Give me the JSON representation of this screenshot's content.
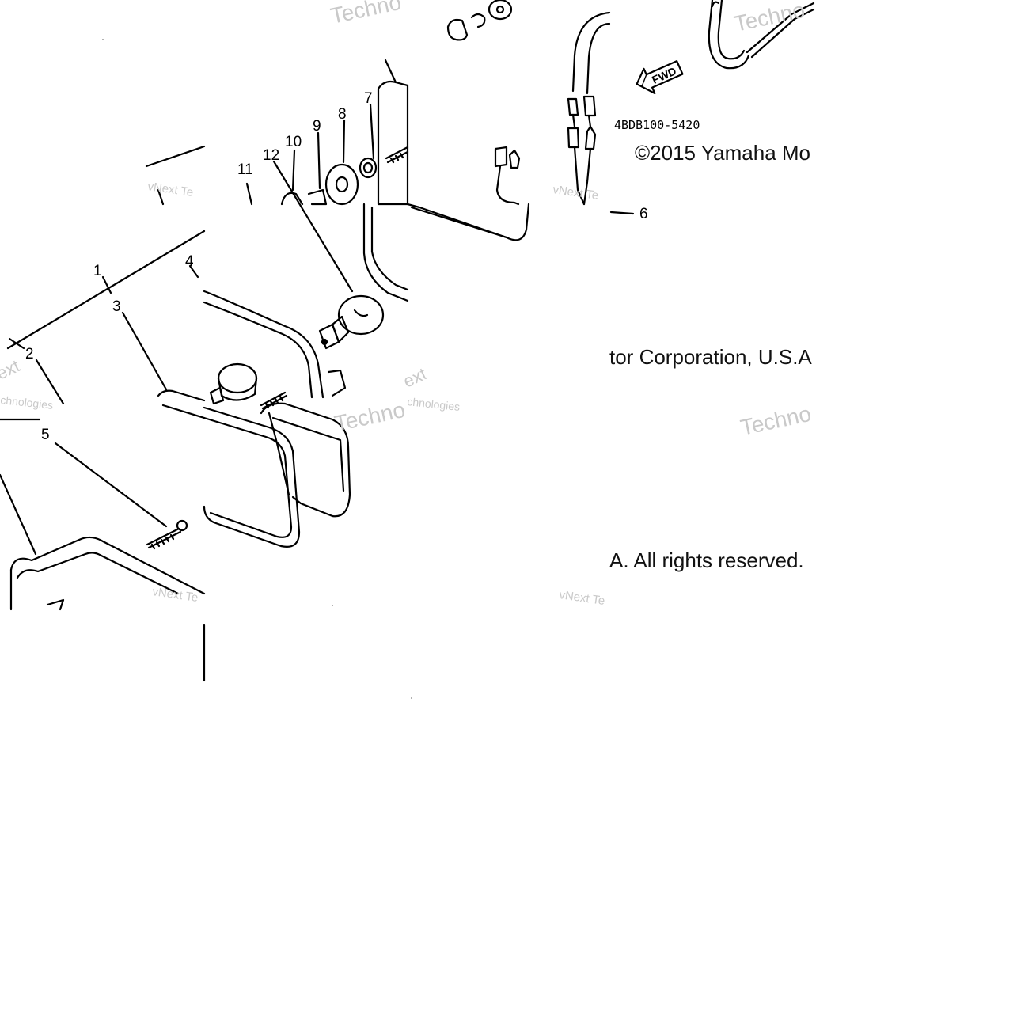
{
  "diagram": {
    "callouts": [
      "1",
      "2",
      "3",
      "4",
      "5",
      "6",
      "7",
      "8",
      "9",
      "10",
      "11",
      "12"
    ],
    "part_code": "4BDB100-5420",
    "fwd_label": "FWD"
  },
  "copyright": {
    "line1": "©2015 Yamaha Mo",
    "line2": "tor Corporation, U.S.A",
    "line3": "A. All rights reserved."
  },
  "watermark": {
    "brand_a": "vNext Te",
    "brand_b": "Techno",
    "brand_c": "ext",
    "brand_d": "chnologies"
  }
}
